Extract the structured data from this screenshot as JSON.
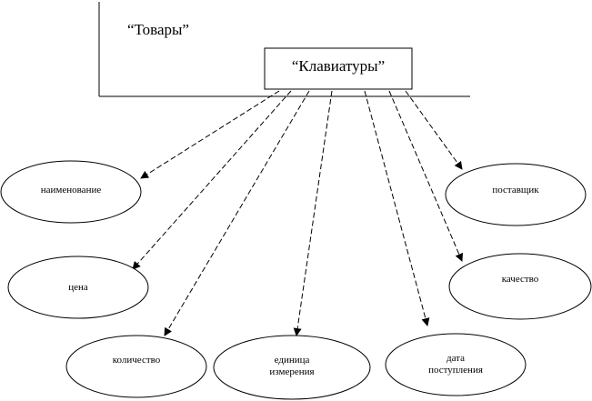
{
  "diagram": {
    "category_label": "“Товары”",
    "main_node_label": "“Клавиатуры”",
    "attributes": [
      {
        "label": "наименование"
      },
      {
        "label": "цена"
      },
      {
        "label": "количество"
      },
      {
        "label": "единица\nизмерения"
      },
      {
        "label": "дата\nпоступления"
      },
      {
        "label": "поставщик"
      },
      {
        "label": "качество"
      }
    ]
  }
}
